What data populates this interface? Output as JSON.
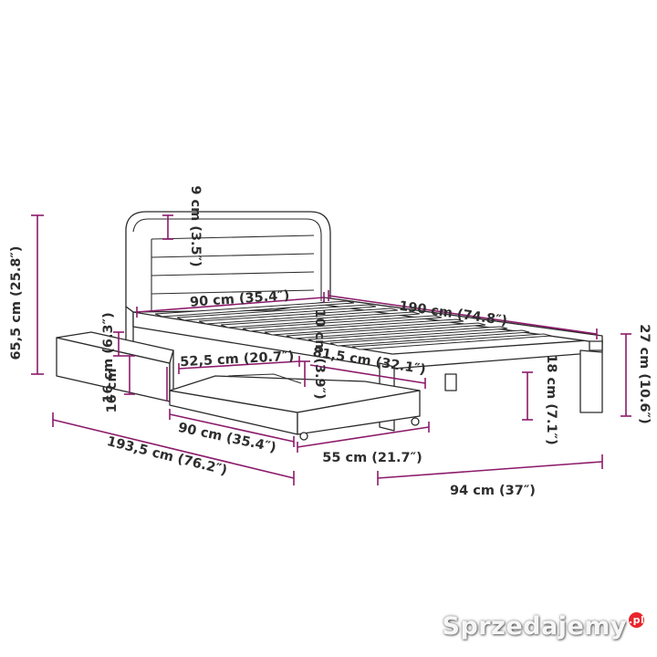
{
  "colors": {
    "dimension_line": "#8c1a6a",
    "outline": "#2b2b2b",
    "label_text": "#2e2e2e",
    "background": "#ffffff"
  },
  "dimensions": {
    "headboard_slat_height": "9 cm (3.5″)",
    "total_height": "65,5 cm (25.8″)",
    "bed_width": "90 cm (35.4″)",
    "bed_length": "190 cm (74.8″)",
    "total_width": "94 cm (37″)",
    "total_length": "193,5 cm (76.2″)",
    "side_height": "27 cm (10.6″)",
    "clearance_height": "18 cm (7.1″)",
    "rail_height": "10 cm (3.9″)",
    "inner_length": "81,5 cm (32.1″)",
    "drawer_height_small": "16 cm (6.3″)",
    "drawer_height": "16 cm",
    "drawer_width": "52,5 cm (20.7″)",
    "drawer_length": "90 cm (35.4″)",
    "drawer_depth": "55 cm (21.7″)"
  },
  "watermark": {
    "text": "Sprzedajemy",
    "badge": ".pl"
  }
}
